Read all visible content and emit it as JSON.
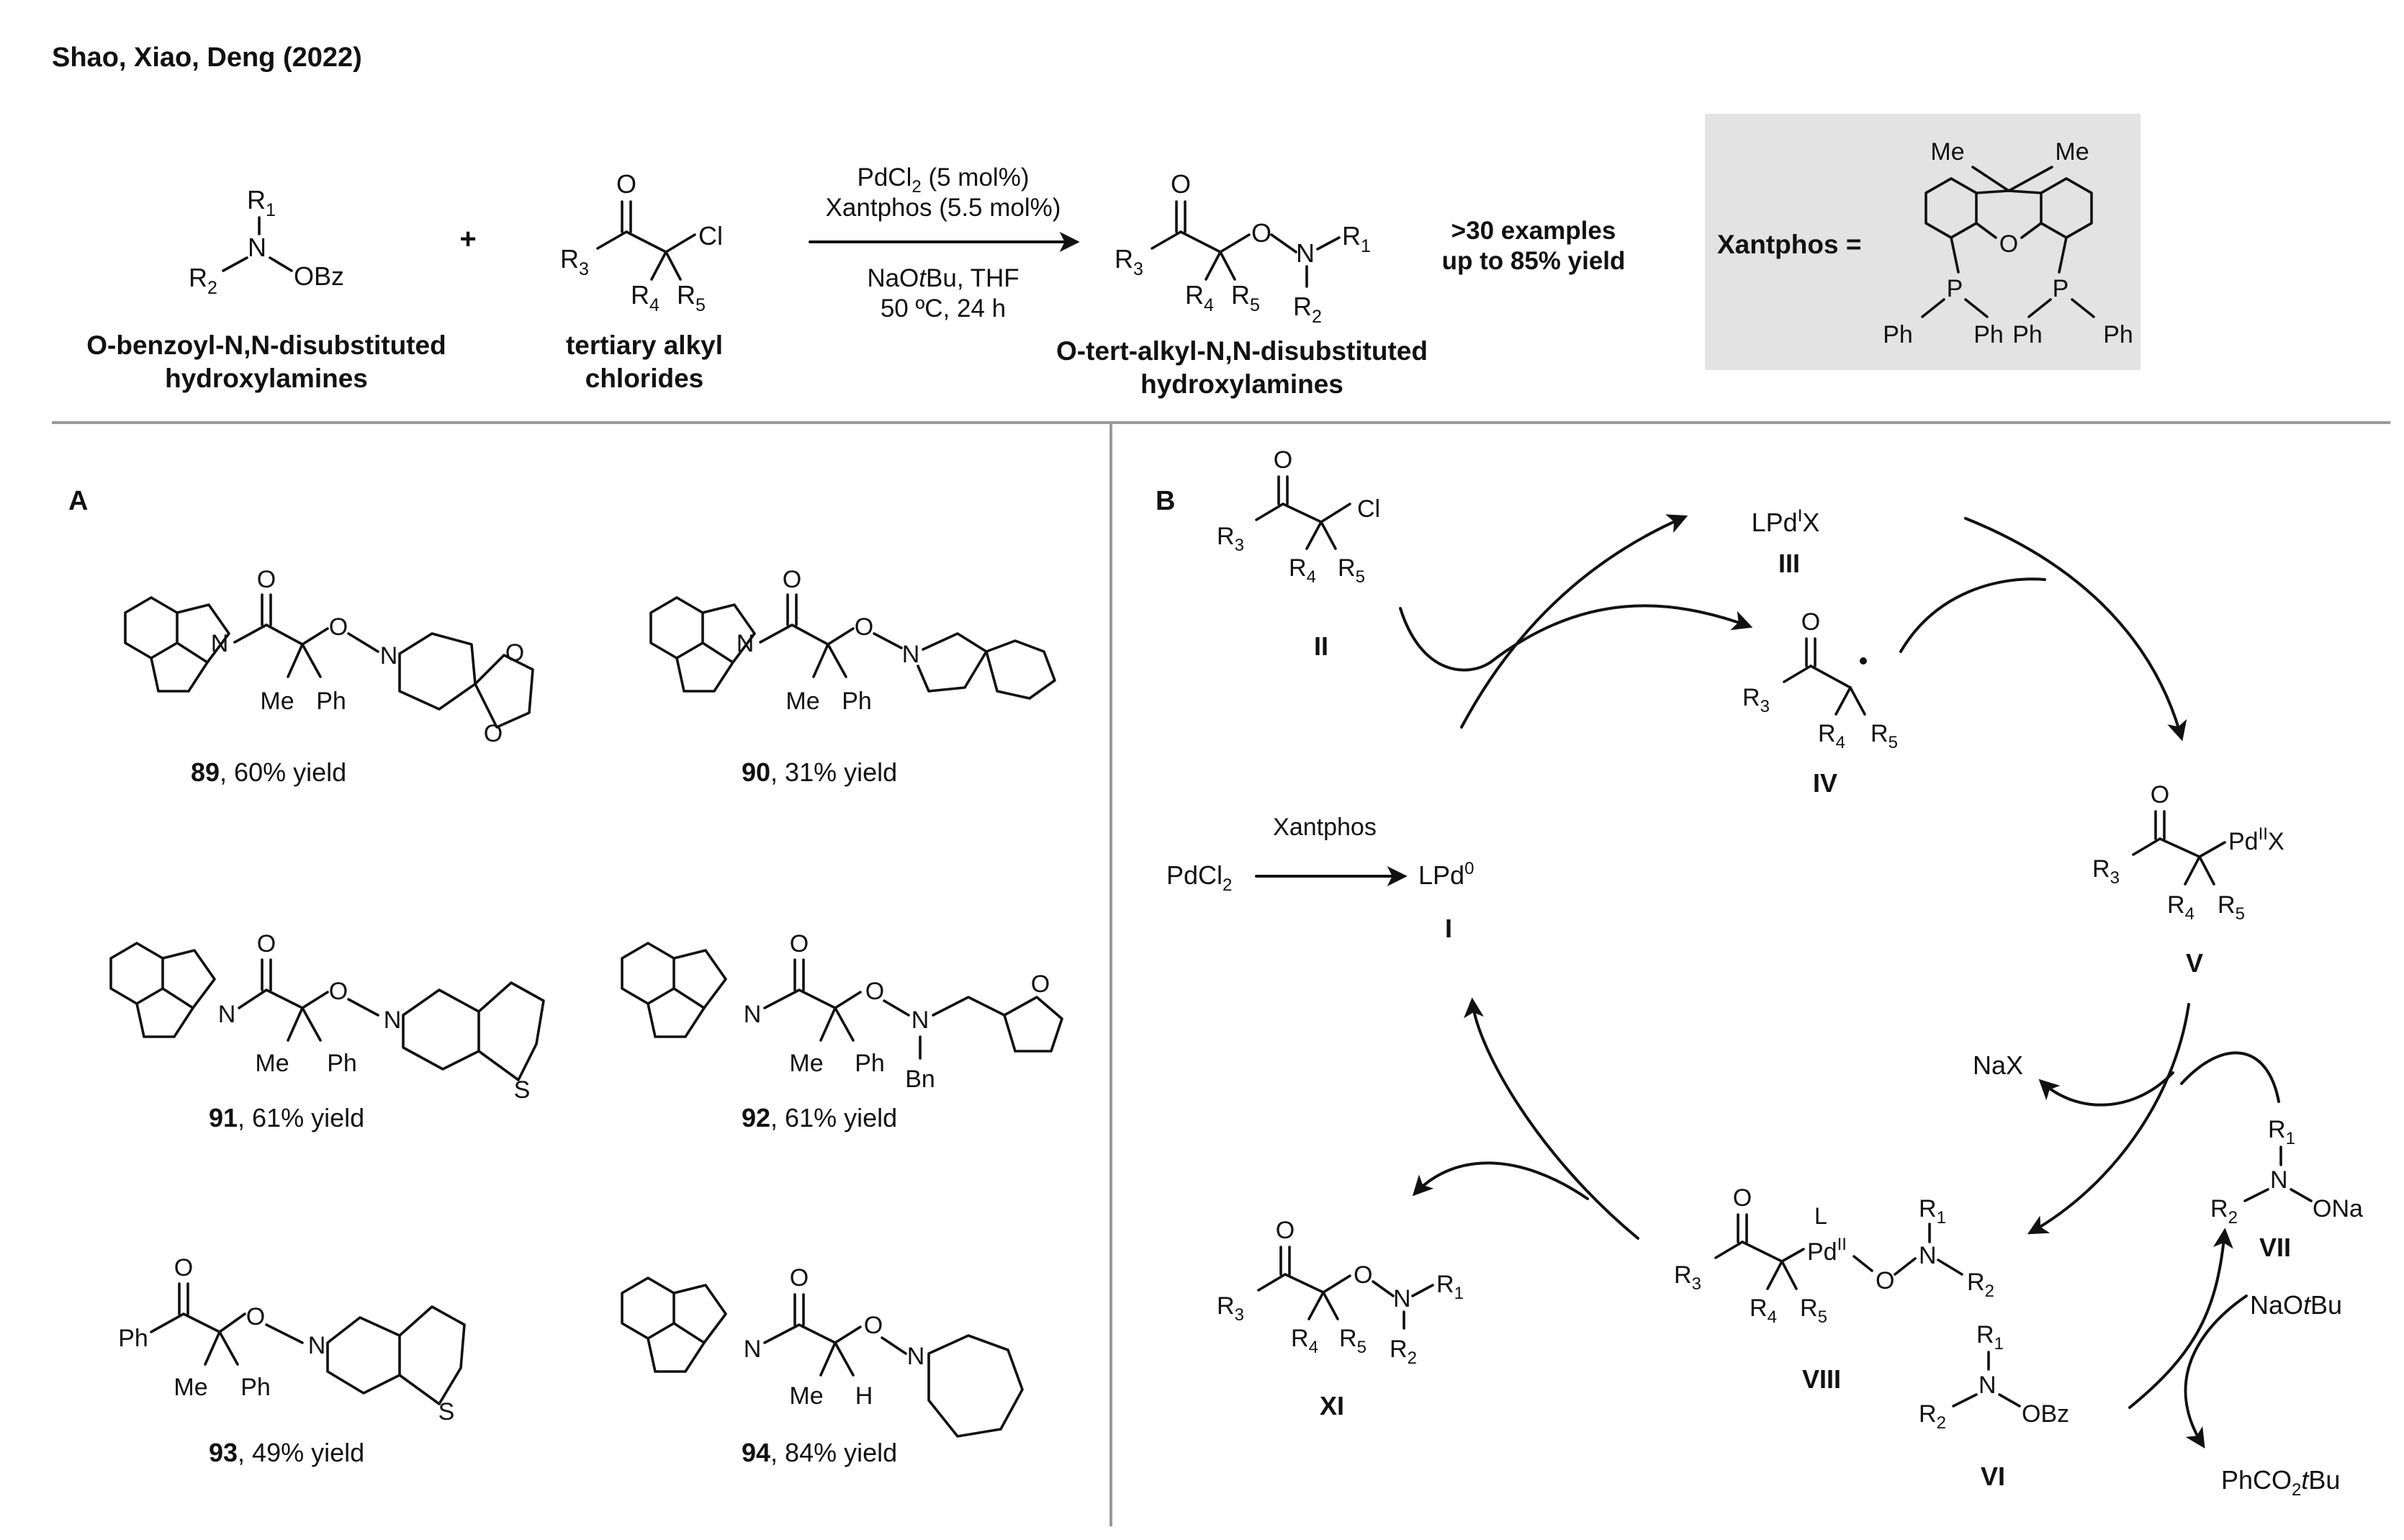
{
  "header": {
    "citation": "Shao, Xiao, Deng (2022)"
  },
  "scheme": {
    "reactant1_name_line1": "O-benzoyl-N,N-disubstituted",
    "reactant1_name_line2": "hydroxylamines",
    "plus": "+",
    "reactant2_name_line1": "tertiary alkyl",
    "reactant2_name_line2": "chlorides",
    "conditions": [
      "PdCl2 (5 mol%)",
      "Xantphos (5.5 mol%)",
      "NaOtBu, THF",
      "50 ºC, 24 h"
    ],
    "product_name_line1": "O-tert-alkyl-N,N-disubstituted",
    "product_name_line2": "hydroxylamines",
    "scope_line1": ">30 examples",
    "scope_line2": "up to 85% yield",
    "ligand_label": "Xantphos ="
  },
  "panelA": {
    "label": "A",
    "examples": [
      {
        "id": "89",
        "yield": ", 60% yield"
      },
      {
        "id": "90",
        "yield": ", 31% yield"
      },
      {
        "id": "91",
        "yield": ", 61% yield"
      },
      {
        "id": "92",
        "yield": ", 61% yield"
      },
      {
        "id": "93",
        "yield": ", 49% yield"
      },
      {
        "id": "94",
        "yield": ", 84% yield"
      }
    ]
  },
  "panelB": {
    "label": "B",
    "intermediates": {
      "II": "II",
      "III": "III",
      "IV": "IV",
      "V": "V",
      "VI": "VI",
      "VII": "VII",
      "VIII": "VIII",
      "XI": "XI",
      "I": "I"
    },
    "species": {
      "pd_complex_III": "LPdIX",
      "catalyst_I": "LPd0",
      "precursor": "PdCl2",
      "ligand": "Xantphos",
      "salt": "NaX",
      "base": "NaOtBu",
      "byproduct": "PhCO2tBu"
    }
  }
}
